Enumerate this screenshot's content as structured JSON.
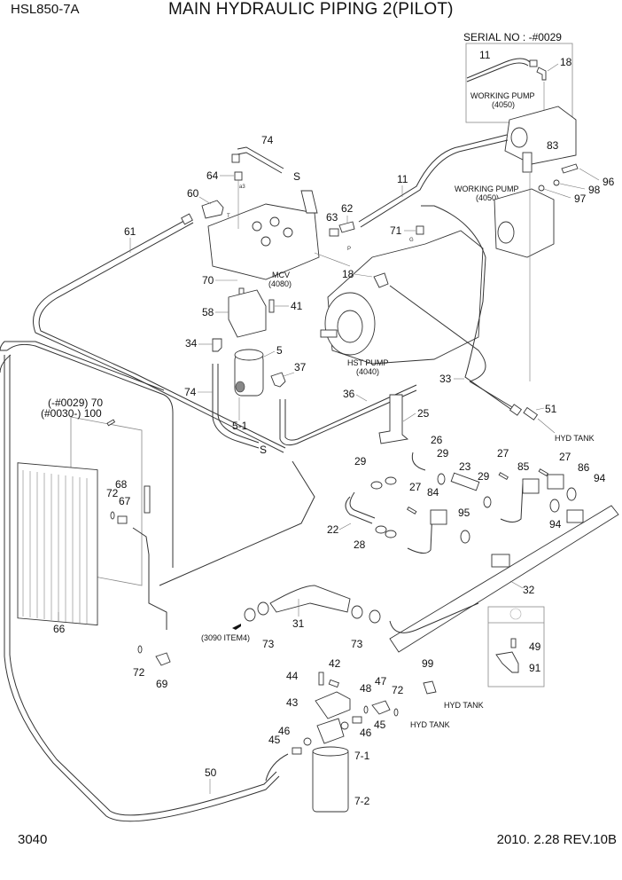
{
  "header": {
    "model": "HSL850-7A",
    "title": "MAIN HYDRAULIC PIPING 2(PILOT)"
  },
  "footer": {
    "page_number": "3040",
    "revision": "2010. 2.28  REV.10B"
  },
  "serial_inset": {
    "label": "SERIAL NO : -#0029",
    "callouts": [
      "11",
      "18"
    ],
    "component": "WORKING PUMP",
    "component_code": "(4050)"
  },
  "components": {
    "mcv": {
      "name": "MCV",
      "code": "(4080)"
    },
    "hst_pump": {
      "name": "HST PUMP",
      "code": "(4040)"
    },
    "working_pump": {
      "name": "WORKING PUMP",
      "code": "(4050)"
    },
    "hyd_tank_1": "HYD TANK",
    "hyd_tank_2": "HYD TANK",
    "hyd_tank_3": "HYD TANK",
    "ref_3090": "(3090 ITEM4)",
    "serial_note_1": "(-#0029) 70",
    "serial_note_2": "(#0030-) 100"
  },
  "port_marks": {
    "a3": "a3",
    "t": "T",
    "p": "P",
    "g": "G",
    "s1": "S",
    "s2": "S"
  },
  "callouts": {
    "c74a": "74",
    "c64": "64",
    "c60": "60",
    "c61": "61",
    "c63": "63",
    "c62": "62",
    "c11": "11",
    "c71": "71",
    "c18": "18",
    "c70": "70",
    "c58": "58",
    "c41": "41",
    "c34": "34",
    "c5": "5",
    "c37": "37",
    "c74b": "74",
    "c5_1": "5-1",
    "c36": "36",
    "c33": "33",
    "c25": "25",
    "c51": "51",
    "c83": "83",
    "c96": "96",
    "c98": "98",
    "c97": "97",
    "c26": "26",
    "c29a": "29",
    "c29b": "29",
    "c29c": "29",
    "c23": "23",
    "c27a": "27",
    "c27b": "27",
    "c27c": "27",
    "c85": "85",
    "c86": "86",
    "c94a": "94",
    "c94b": "94",
    "c84": "84",
    "c95": "95",
    "c22": "22",
    "c28": "28",
    "c32": "32",
    "c68": "68",
    "c72a": "72",
    "c67": "67",
    "c66": "66",
    "c72b": "72",
    "c69": "69",
    "c31": "31",
    "c73a": "73",
    "c73b": "73",
    "c49": "49",
    "c91": "91",
    "c99": "99",
    "c44": "44",
    "c42": "42",
    "c43": "43",
    "c48": "48",
    "c47": "47",
    "c72c": "72",
    "c45a": "45",
    "c46a": "46",
    "c45b": "45",
    "c46b": "46",
    "c7_1": "7-1",
    "c7_2": "7-2",
    "c50": "50"
  }
}
